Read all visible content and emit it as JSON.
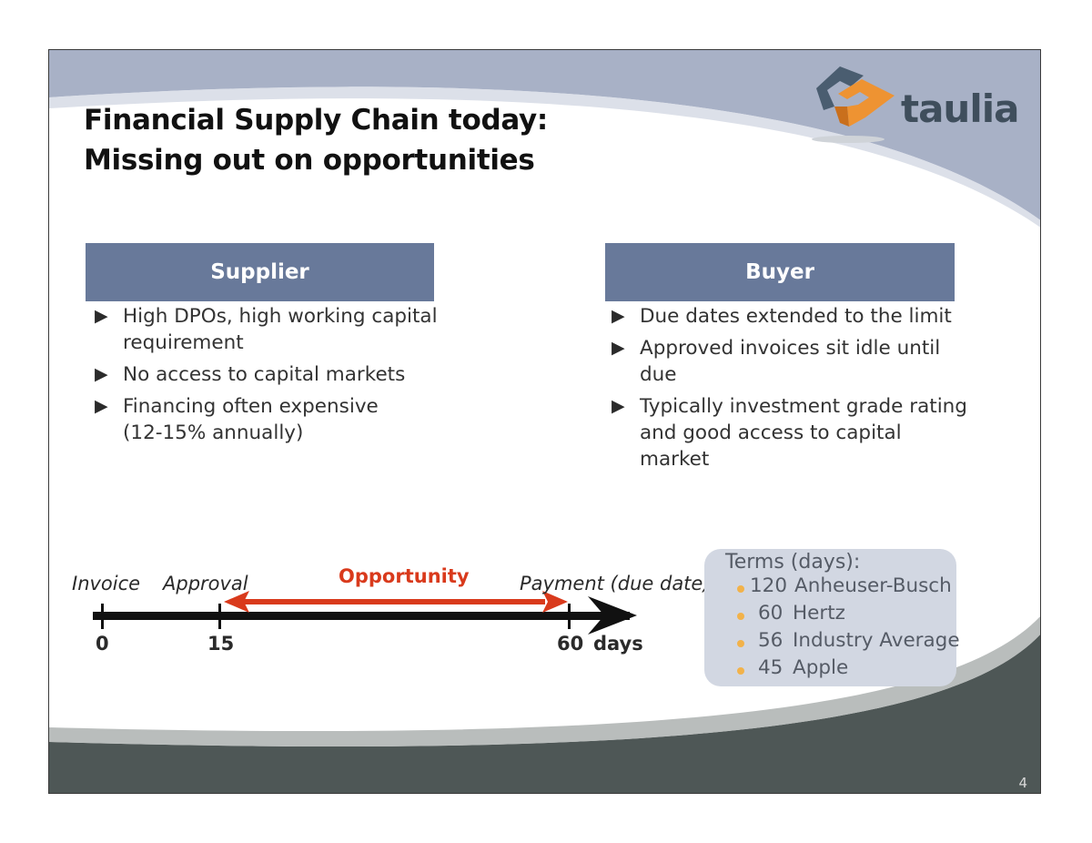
{
  "title": {
    "line1": "Financial Supply Chain today:",
    "line2": "Missing out on opportunities"
  },
  "brand": {
    "name": "taulia",
    "logo_icon": "taulia-logo-icon"
  },
  "colors": {
    "header_fill": "#68799a",
    "swoosh_top": "#a8b1c6",
    "swoosh_bottom": "#4e5756",
    "opportunity_red": "#d93a1c",
    "terms_bg": "#d2d7e2",
    "bullet_dot": "#f2b24a"
  },
  "supplier": {
    "header": "Supplier",
    "bullets": [
      {
        "line1": "High DPOs, high working capital",
        "line2": "requirement"
      },
      {
        "line1": "No access to capital markets",
        "line2": ""
      },
      {
        "line1": "Financing often expensive",
        "line2": "(12-15% annually)"
      }
    ]
  },
  "buyer": {
    "header": "Buyer",
    "bullets": [
      {
        "line1": "Due dates extended to the limit",
        "line2": ""
      },
      {
        "line1": "Approved invoices sit idle until",
        "line2": "due"
      },
      {
        "line1": "Typically investment grade rating",
        "line2": "and good access to capital market"
      }
    ]
  },
  "timeline": {
    "labels": {
      "invoice": "Invoice",
      "approval": "Approval",
      "payment": "Payment (due date)",
      "opportunity": "Opportunity"
    },
    "ticks": [
      "0",
      "15",
      "60"
    ],
    "unit": "days"
  },
  "terms": {
    "title": "Terms (days):",
    "items": [
      {
        "value": "120",
        "name": "Anheuser-Busch"
      },
      {
        "value": "60",
        "name": "Hertz"
      },
      {
        "value": "56",
        "name": "Industry Average"
      },
      {
        "value": "45",
        "name": "Apple"
      }
    ]
  },
  "page_number": "4"
}
